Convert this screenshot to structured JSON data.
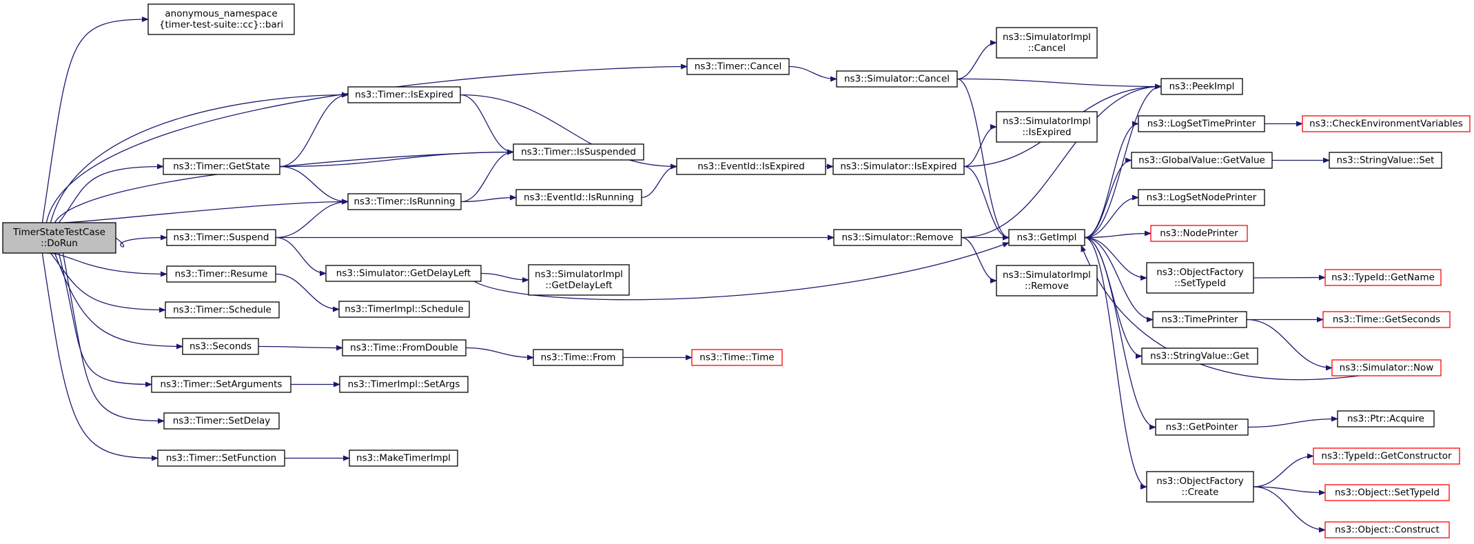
{
  "colors": {
    "edge": "#191970",
    "root_fill": "#bfbfbf",
    "node_border": "#000000",
    "external_border": "#ff0000"
  },
  "nodes": [
    {
      "id": "root",
      "lines": [
        "TimerStateTestCase",
        "::DoRun"
      ],
      "style": "root"
    },
    {
      "id": "bari",
      "lines": [
        "anonymous_namespace",
        "{timer-test-suite::cc}::bari"
      ]
    },
    {
      "id": "t_getstate",
      "lines": [
        "ns3::Timer::GetState"
      ]
    },
    {
      "id": "t_suspend",
      "lines": [
        "ns3::Timer::Suspend"
      ]
    },
    {
      "id": "t_resume",
      "lines": [
        "ns3::Timer::Resume"
      ]
    },
    {
      "id": "t_schedule",
      "lines": [
        "ns3::Timer::Schedule"
      ]
    },
    {
      "id": "seconds",
      "lines": [
        "ns3::Seconds"
      ]
    },
    {
      "id": "t_setargs",
      "lines": [
        "ns3::Timer::SetArguments"
      ]
    },
    {
      "id": "t_setdelay",
      "lines": [
        "ns3::Timer::SetDelay"
      ]
    },
    {
      "id": "t_setfunc",
      "lines": [
        "ns3::Timer::SetFunction"
      ]
    },
    {
      "id": "t_isexpired",
      "lines": [
        "ns3::Timer::IsExpired"
      ]
    },
    {
      "id": "t_issusp",
      "lines": [
        "ns3::Timer::IsSuspended"
      ]
    },
    {
      "id": "t_isrunning",
      "lines": [
        "ns3::Timer::IsRunning"
      ]
    },
    {
      "id": "sim_getdelay",
      "lines": [
        "ns3::Simulator::GetDelayLeft"
      ]
    },
    {
      "id": "ti_schedule",
      "lines": [
        "ns3::TimerImpl::Schedule"
      ]
    },
    {
      "id": "time_fromdouble",
      "lines": [
        "ns3::Time::FromDouble"
      ]
    },
    {
      "id": "ti_setargs",
      "lines": [
        "ns3::TimerImpl::SetArgs"
      ]
    },
    {
      "id": "maketimerimpl",
      "lines": [
        "ns3::MakeTimerImpl"
      ]
    },
    {
      "id": "t_cancel",
      "lines": [
        "ns3::Timer::Cancel"
      ]
    },
    {
      "id": "eid_isexpired",
      "lines": [
        "ns3::EventId::IsExpired"
      ]
    },
    {
      "id": "eid_isrunning",
      "lines": [
        "ns3::EventId::IsRunning"
      ]
    },
    {
      "id": "simimpl_getdelay",
      "lines": [
        "ns3::SimulatorImpl",
        "::GetDelayLeft"
      ]
    },
    {
      "id": "time_from",
      "lines": [
        "ns3::Time::From"
      ]
    },
    {
      "id": "time_time",
      "lines": [
        "ns3::Time::Time"
      ],
      "style": "red"
    },
    {
      "id": "sim_cancel",
      "lines": [
        "ns3::Simulator::Cancel"
      ]
    },
    {
      "id": "sim_isexpired",
      "lines": [
        "ns3::Simulator::IsExpired"
      ]
    },
    {
      "id": "sim_remove",
      "lines": [
        "ns3::Simulator::Remove"
      ]
    },
    {
      "id": "simimpl_cancel",
      "lines": [
        "ns3::SimulatorImpl",
        "::Cancel"
      ]
    },
    {
      "id": "simimpl_isexpired",
      "lines": [
        "ns3::SimulatorImpl",
        "::IsExpired"
      ]
    },
    {
      "id": "getimpl",
      "lines": [
        "ns3::GetImpl"
      ]
    },
    {
      "id": "simimpl_remove",
      "lines": [
        "ns3::SimulatorImpl",
        "::Remove"
      ]
    },
    {
      "id": "peekimpl",
      "lines": [
        "ns3::PeekImpl"
      ]
    },
    {
      "id": "logsettime",
      "lines": [
        "ns3::LogSetTimePrinter"
      ]
    },
    {
      "id": "gv_getvalue",
      "lines": [
        "ns3::GlobalValue::GetValue"
      ]
    },
    {
      "id": "logsetnode",
      "lines": [
        "ns3::LogSetNodePrinter"
      ]
    },
    {
      "id": "nodeprinter",
      "lines": [
        "ns3::NodePrinter"
      ],
      "style": "red"
    },
    {
      "id": "of_settypeid",
      "lines": [
        "ns3::ObjectFactory",
        "::SetTypeId"
      ]
    },
    {
      "id": "timeprinter",
      "lines": [
        "ns3::TimePrinter"
      ]
    },
    {
      "id": "sv_get",
      "lines": [
        "ns3::StringValue::Get"
      ]
    },
    {
      "id": "getpointer",
      "lines": [
        "ns3::GetPointer"
      ]
    },
    {
      "id": "of_create",
      "lines": [
        "ns3::ObjectFactory",
        "::Create"
      ]
    },
    {
      "id": "checkenv",
      "lines": [
        "ns3::CheckEnvironmentVariables"
      ],
      "style": "red"
    },
    {
      "id": "sv_set",
      "lines": [
        "ns3::StringValue::Set"
      ]
    },
    {
      "id": "typeid_getname",
      "lines": [
        "ns3::TypeId::GetName"
      ],
      "style": "red"
    },
    {
      "id": "time_getseconds",
      "lines": [
        "ns3::Time::GetSeconds"
      ],
      "style": "red"
    },
    {
      "id": "sim_now",
      "lines": [
        "ns3::Simulator::Now"
      ],
      "style": "red"
    },
    {
      "id": "ptr_acquire",
      "lines": [
        "ns3::Ptr::Acquire"
      ]
    },
    {
      "id": "typeid_getctor",
      "lines": [
        "ns3::TypeId::GetConstructor"
      ],
      "style": "red"
    },
    {
      "id": "obj_settypeid",
      "lines": [
        "ns3::Object::SetTypeId"
      ],
      "style": "red"
    },
    {
      "id": "obj_construct",
      "lines": [
        "ns3::Object::Construct"
      ],
      "style": "red"
    }
  ],
  "edges": [
    [
      "root",
      "bari"
    ],
    [
      "root",
      "t_cancel"
    ],
    [
      "root",
      "t_isexpired"
    ],
    [
      "root",
      "t_issusp"
    ],
    [
      "root",
      "t_getstate"
    ],
    [
      "root",
      "t_isrunning"
    ],
    [
      "root",
      "t_suspend"
    ],
    [
      "root",
      "t_resume"
    ],
    [
      "root",
      "t_schedule"
    ],
    [
      "root",
      "seconds"
    ],
    [
      "root",
      "t_setargs"
    ],
    [
      "root",
      "t_setdelay"
    ],
    [
      "root",
      "t_setfunc"
    ],
    [
      "t_getstate",
      "t_isexpired"
    ],
    [
      "t_getstate",
      "t_issusp"
    ],
    [
      "t_getstate",
      "t_isrunning"
    ],
    [
      "t_suspend",
      "t_isrunning"
    ],
    [
      "t_suspend",
      "sim_remove"
    ],
    [
      "t_suspend",
      "sim_getdelay"
    ],
    [
      "t_resume",
      "ti_schedule"
    ],
    [
      "seconds",
      "time_fromdouble"
    ],
    [
      "t_setargs",
      "ti_setargs"
    ],
    [
      "t_setfunc",
      "maketimerimpl"
    ],
    [
      "t_isexpired",
      "t_issusp"
    ],
    [
      "t_isexpired",
      "eid_isexpired"
    ],
    [
      "t_isrunning",
      "t_issusp"
    ],
    [
      "t_isrunning",
      "eid_isrunning"
    ],
    [
      "sim_getdelay",
      "simimpl_getdelay"
    ],
    [
      "sim_getdelay",
      "getimpl"
    ],
    [
      "time_fromdouble",
      "time_from"
    ],
    [
      "time_from",
      "time_time"
    ],
    [
      "t_cancel",
      "sim_cancel"
    ],
    [
      "eid_isexpired",
      "sim_isexpired"
    ],
    [
      "eid_isrunning",
      "eid_isexpired"
    ],
    [
      "sim_cancel",
      "simimpl_cancel"
    ],
    [
      "sim_cancel",
      "peekimpl"
    ],
    [
      "sim_cancel",
      "getimpl"
    ],
    [
      "sim_isexpired",
      "simimpl_isexpired"
    ],
    [
      "sim_isexpired",
      "peekimpl"
    ],
    [
      "sim_isexpired",
      "getimpl"
    ],
    [
      "sim_remove",
      "peekimpl"
    ],
    [
      "sim_remove",
      "getimpl"
    ],
    [
      "sim_remove",
      "simimpl_remove"
    ],
    [
      "getimpl",
      "peekimpl"
    ],
    [
      "getimpl",
      "logsettime"
    ],
    [
      "getimpl",
      "gv_getvalue"
    ],
    [
      "getimpl",
      "logsetnode"
    ],
    [
      "getimpl",
      "nodeprinter"
    ],
    [
      "getimpl",
      "of_settypeid"
    ],
    [
      "getimpl",
      "timeprinter"
    ],
    [
      "getimpl",
      "sv_get"
    ],
    [
      "getimpl",
      "getpointer"
    ],
    [
      "getimpl",
      "of_create"
    ],
    [
      "logsettime",
      "checkenv"
    ],
    [
      "gv_getvalue",
      "sv_set"
    ],
    [
      "of_settypeid",
      "typeid_getname"
    ],
    [
      "timeprinter",
      "time_getseconds"
    ],
    [
      "timeprinter",
      "sim_now"
    ],
    [
      "sim_now",
      "getimpl"
    ],
    [
      "getpointer",
      "ptr_acquire"
    ],
    [
      "of_create",
      "typeid_getctor"
    ],
    [
      "of_create",
      "obj_settypeid"
    ],
    [
      "of_create",
      "obj_construct"
    ]
  ]
}
